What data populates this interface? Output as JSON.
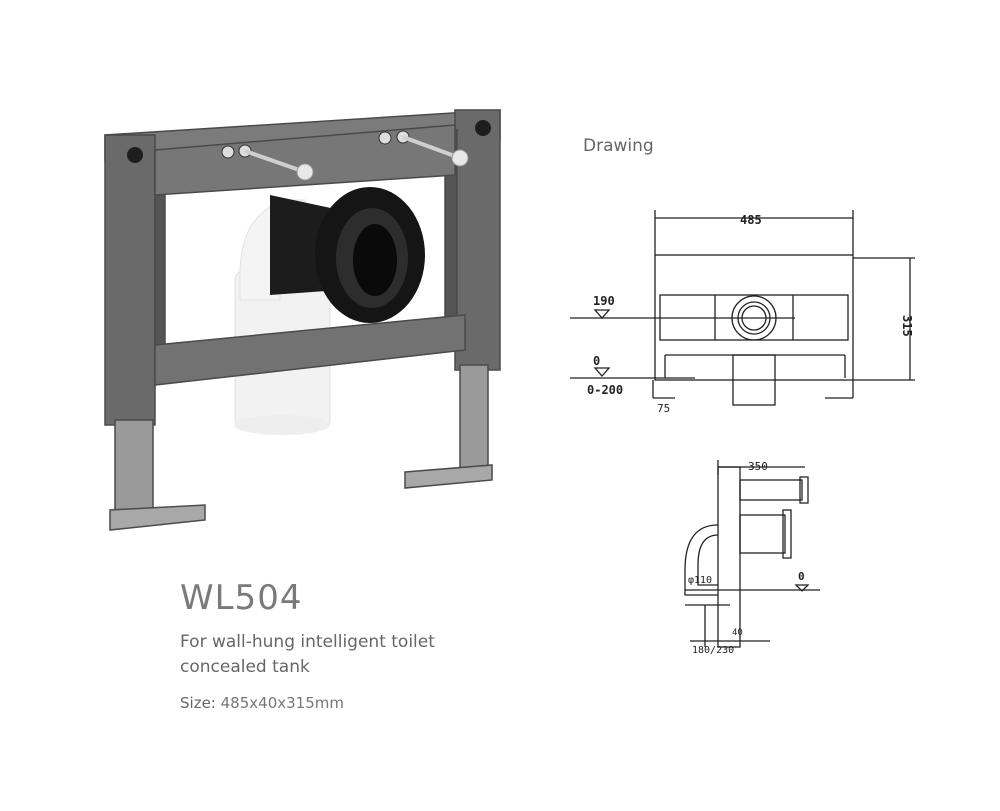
{
  "product": {
    "model": "WL504",
    "description_line1": "For wall-hung intelligent toilet",
    "description_line2": "concealed tank",
    "size_label": "Size:",
    "size_value": "485x40x315mm"
  },
  "drawing": {
    "title": "Drawing",
    "front": {
      "width_dim": "485",
      "height_dim": "315",
      "pipe_level": "190",
      "floor_level": "0",
      "adjust_range": "0-200",
      "foot_offset": "75"
    },
    "side": {
      "depth_dim": "350",
      "pipe_dia": "φ110",
      "floor_level": "0",
      "dim_40": "40",
      "dim_range": "180/230"
    }
  }
}
